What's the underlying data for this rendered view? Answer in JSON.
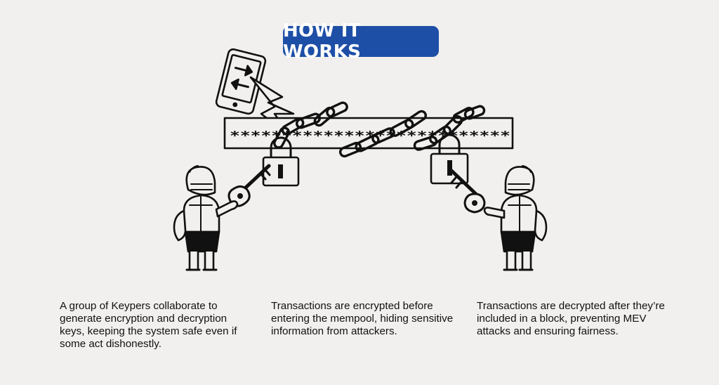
{
  "header": {
    "title": "HOW IT WORKS"
  },
  "colors": {
    "accent": "#1e4fa7",
    "background": "#f1f0ee",
    "ink": "#111111"
  },
  "illustration": {
    "encrypted_bar_text": "***************************",
    "icons": [
      "smartphone-icon",
      "lightning-bolt-icon",
      "chain-icon",
      "padlock-icon",
      "key-icon",
      "knight-icon"
    ]
  },
  "captions": [
    {
      "text": "A group of Keypers collaborate to generate encryption and decryption keys, keeping the system safe even if some act dishonestly."
    },
    {
      "text": "Transactions are encrypted before entering the mempool, hiding sensitive information from attackers."
    },
    {
      "text": "Transactions are decrypted after they’re included in a block, preventing MEV attacks and ensuring fairness."
    }
  ]
}
